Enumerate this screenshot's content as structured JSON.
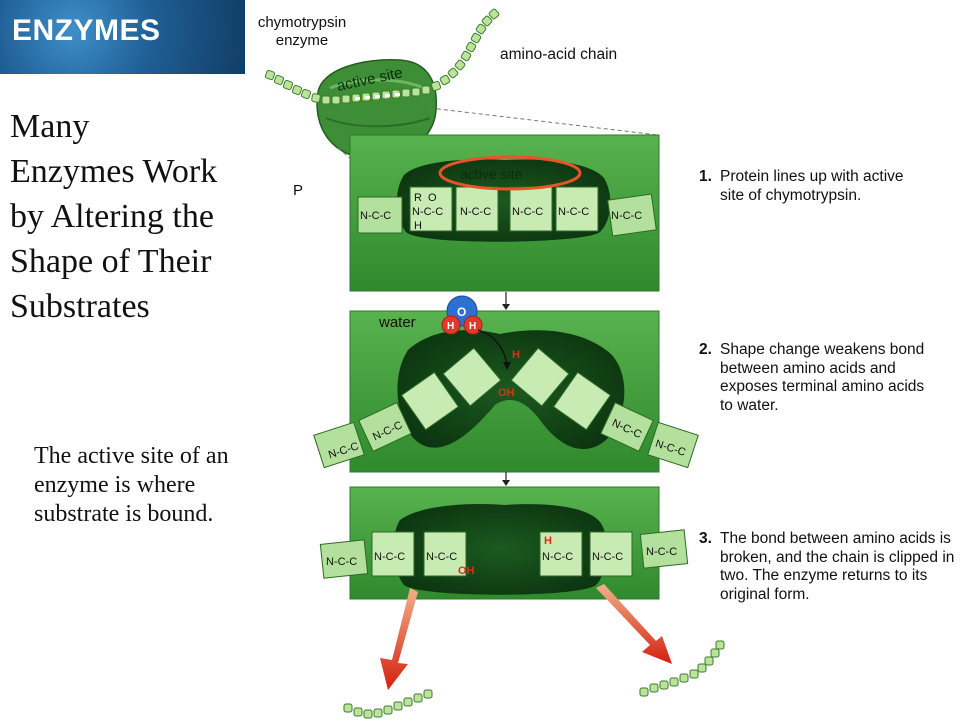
{
  "header": {
    "title": "ENZYMES"
  },
  "main_title": "Many Enzymes Work by Altering the Shape of Their Substrates",
  "subtext": "The active site of an enzyme is where substrate is bound.",
  "labels": {
    "enzyme": "chymotrypsin\nenzyme",
    "chain": "amino-acid chain",
    "active_site_top": "active site",
    "active_site_panel": "active site",
    "p_label": "P",
    "water": "water",
    "water_o": "O",
    "water_h": "H"
  },
  "steps": [
    {
      "num": "1.",
      "text": "Protein lines up with active site of chymotrypsin."
    },
    {
      "num": "2.",
      "text": "Shape change weakens bond between amino acids and exposes terminal amino acids to water."
    },
    {
      "num": "3.",
      "text": "The bond between amino acids is broken, and the chain is clipped in two. The enzyme returns to its original form."
    }
  ],
  "chem": {
    "ncc": "N-C-C",
    "r": "R",
    "o": "O",
    "h": "H",
    "oh": "OH"
  },
  "colors": {
    "enzyme_green": "#3d9a3a",
    "pocket": "#0f3d12",
    "accent_red": "#d9301a",
    "banner_blue": "#1f5e95"
  }
}
